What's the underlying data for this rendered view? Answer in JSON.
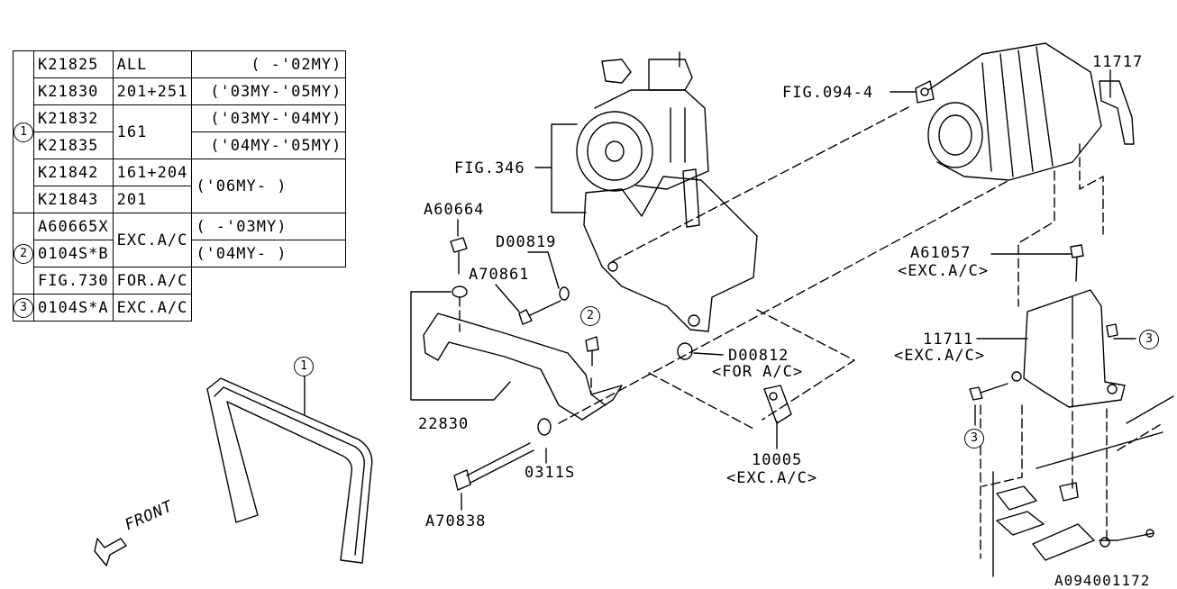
{
  "table": {
    "rows": [
      {
        "group": "1",
        "part": "K21825",
        "applic": "ALL",
        "years": "( -'02MY)"
      },
      {
        "group": "1",
        "part": "K21830",
        "applic": "201+251",
        "years": "('03MY-'05MY)"
      },
      {
        "group": "1",
        "part": "K21832",
        "applic": "161",
        "years": "('03MY-'04MY)"
      },
      {
        "group": "1",
        "part": "K21835",
        "applic": "",
        "years": "('04MY-'05MY)"
      },
      {
        "group": "1",
        "part": "K21842",
        "applic": "161+204",
        "years": "('06MY- )"
      },
      {
        "group": "1",
        "part": "K21843",
        "applic": "201",
        "years": ""
      },
      {
        "group": "2",
        "part": "A60665X",
        "applic": "EXC.A/C",
        "years": "( -'03MY)"
      },
      {
        "group": "2",
        "part": "0104S*B",
        "applic": "",
        "years": "('04MY- )"
      },
      {
        "group": "2",
        "part": "FIG.730",
        "applic": "FOR.A/C",
        "years": ""
      },
      {
        "group": "3",
        "part": "0104S*A",
        "applic": "EXC.A/C",
        "years": ""
      }
    ]
  },
  "labels": {
    "fig346": "FIG.346",
    "fig094": "FIG.094-4",
    "p11717": "11717",
    "a60664": "A60664",
    "d00819": "D00819",
    "a70861": "A70861",
    "d00812": "D00812",
    "d00812_note": "<FOR A/C>",
    "p22830": "22830",
    "p0311s": "0311S",
    "a70838": "A70838",
    "p10005": "10005",
    "p10005_note": "<EXC.A/C>",
    "a61057": "A61057",
    "a61057_note": "<EXC.A/C>",
    "p11711": "11711",
    "p11711_note": "<EXC.A/C>",
    "front": "FRONT",
    "ref": "A094001172"
  },
  "callouts": {
    "c1": "1",
    "c2": "2",
    "c3": "3"
  }
}
